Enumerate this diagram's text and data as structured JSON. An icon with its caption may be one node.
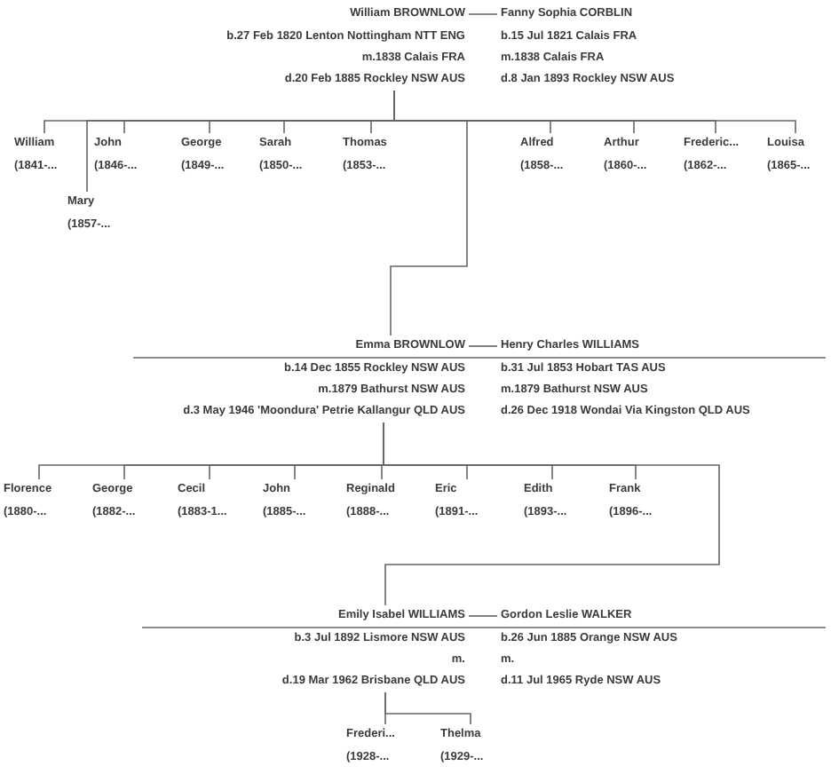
{
  "diagram": {
    "nodes": [
      {
        "text": [
          "William BROWNLOW",
          "b.27 Feb 1820 Lenton Nottingham NTT ENG",
          "m.1838 Calais FRA",
          "d.20 Feb 1885 Rockley NSW AUS"
        ]
      },
      {
        "text": [
          "Fanny Sophia CORBLIN",
          "b.15 Jul 1821 Calais FRA",
          "m.1838 Calais FRA",
          "d.8 Jan 1893 Rockley NSW AUS"
        ]
      },
      {
        "text": [
          "William",
          "(1841-..."
        ]
      },
      {
        "text": [
          "John",
          "(1846-..."
        ]
      },
      {
        "text": [
          "George",
          "(1849-..."
        ]
      },
      {
        "text": [
          "Sarah",
          "(1850-..."
        ]
      },
      {
        "text": [
          "Thomas",
          "(1853-..."
        ]
      },
      {
        "text": [
          "Alfred",
          "(1858-..."
        ]
      },
      {
        "text": [
          "Arthur",
          "(1860-..."
        ]
      },
      {
        "text": [
          "Frederic...",
          "(1862-..."
        ]
      },
      {
        "text": [
          "Louisa",
          "(1865-..."
        ]
      },
      {
        "text": [
          "Mary",
          "(1857-..."
        ]
      },
      {
        "text": [
          "Emma BROWNLOW",
          "b.14 Dec 1855 Rockley NSW AUS",
          "m.1879 Bathurst NSW AUS",
          "d.3 May 1946 'Moondura' Petrie Kallangur QLD AUS"
        ]
      },
      {
        "text": [
          "Henry Charles WILLIAMS",
          "b.31 Jul 1853 Hobart TAS AUS",
          "m.1879 Bathurst NSW AUS",
          "d.26 Dec 1918 Wondai Via Kingston QLD AUS"
        ]
      },
      {
        "text": [
          "Florence",
          "(1880-..."
        ]
      },
      {
        "text": [
          "George",
          "(1882-..."
        ]
      },
      {
        "text": [
          "Cecil",
          "(1883-1..."
        ]
      },
      {
        "text": [
          "John",
          "(1885-..."
        ]
      },
      {
        "text": [
          "Reginald",
          "(1888-..."
        ]
      },
      {
        "text": [
          "Eric",
          "(1891-..."
        ]
      },
      {
        "text": [
          "Edith",
          "(1893-..."
        ]
      },
      {
        "text": [
          "Frank",
          "(1896-..."
        ]
      },
      {
        "text": [
          "Emily Isabel WILLIAMS",
          "b.3 Jul 1892 Lismore NSW AUS",
          "m.",
          "d.19 Mar 1962 Brisbane QLD AUS"
        ]
      },
      {
        "text": [
          "Gordon Leslie WALKER",
          "b.26 Jun 1885 Orange NSW AUS",
          "m.",
          "d.11 Jul 1965 Ryde NSW AUS"
        ]
      },
      {
        "text": [
          "Frederi...",
          "(1928-..."
        ]
      },
      {
        "text": [
          "Thelma",
          "(1929-..."
        ]
      }
    ],
    "edges": [
      {
        "from": 0,
        "to": 1,
        "arrow": "none"
      },
      {
        "from": 0,
        "to": 2,
        "arrow": "none"
      },
      {
        "from": 0,
        "to": 3,
        "arrow": "none"
      },
      {
        "from": 0,
        "to": 4,
        "arrow": "none"
      },
      {
        "from": 0,
        "to": 5,
        "arrow": "none"
      },
      {
        "from": 0,
        "to": 6,
        "arrow": "none"
      },
      {
        "from": 0,
        "to": 7,
        "arrow": "none"
      },
      {
        "from": 0,
        "to": 8,
        "arrow": "none"
      },
      {
        "from": 0,
        "to": 9,
        "arrow": "none"
      },
      {
        "from": 0,
        "to": 10,
        "arrow": "none"
      },
      {
        "from": 0,
        "to": 11,
        "arrow": "none"
      },
      {
        "from": 0,
        "to": 12,
        "arrow": "none"
      },
      {
        "from": 12,
        "to": 13,
        "arrow": "none"
      },
      {
        "from": 12,
        "to": 14,
        "arrow": "none"
      },
      {
        "from": 12,
        "to": 15,
        "arrow": "none"
      },
      {
        "from": 12,
        "to": 16,
        "arrow": "none"
      },
      {
        "from": 12,
        "to": 17,
        "arrow": "none"
      },
      {
        "from": 12,
        "to": 18,
        "arrow": "none"
      },
      {
        "from": 12,
        "to": 19,
        "arrow": "none"
      },
      {
        "from": 12,
        "to": 20,
        "arrow": "none"
      },
      {
        "from": 12,
        "to": 21,
        "arrow": "none"
      },
      {
        "from": 12,
        "to": 22,
        "arrow": "none"
      },
      {
        "from": 22,
        "to": 23,
        "arrow": "none"
      },
      {
        "from": 22,
        "to": 24,
        "arrow": "none"
      },
      {
        "from": 22,
        "to": 25,
        "arrow": "none"
      }
    ]
  }
}
